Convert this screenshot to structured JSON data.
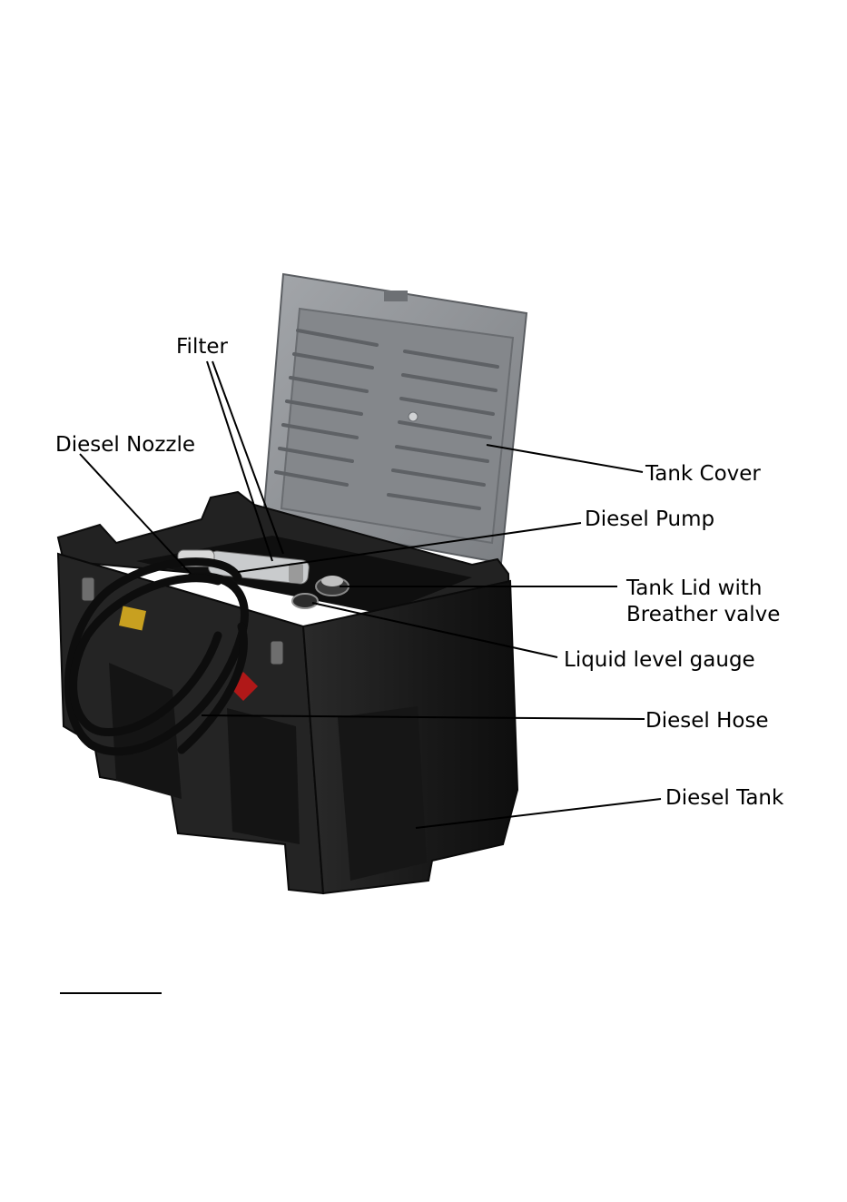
{
  "labels": {
    "filter": "Filter",
    "diesel_nozzle": "Diesel Nozzle",
    "tank_cover": "Tank Cover",
    "diesel_pump": "Diesel Pump",
    "tank_lid_line1": "Tank Lid with",
    "tank_lid_line2": "Breather valve",
    "liquid_level_gauge": "Liquid level gauge",
    "diesel_hose": "Diesel Hose",
    "diesel_tank": "Diesel Tank"
  },
  "colors": {
    "tank_body": "#1c1c1c",
    "tank_shadow": "#0a0a0a",
    "cover": "#8f9296",
    "cover_inner": "#7e8185",
    "cover_rib": "#5f6266",
    "hose": "#111111",
    "leader": "#000000"
  }
}
